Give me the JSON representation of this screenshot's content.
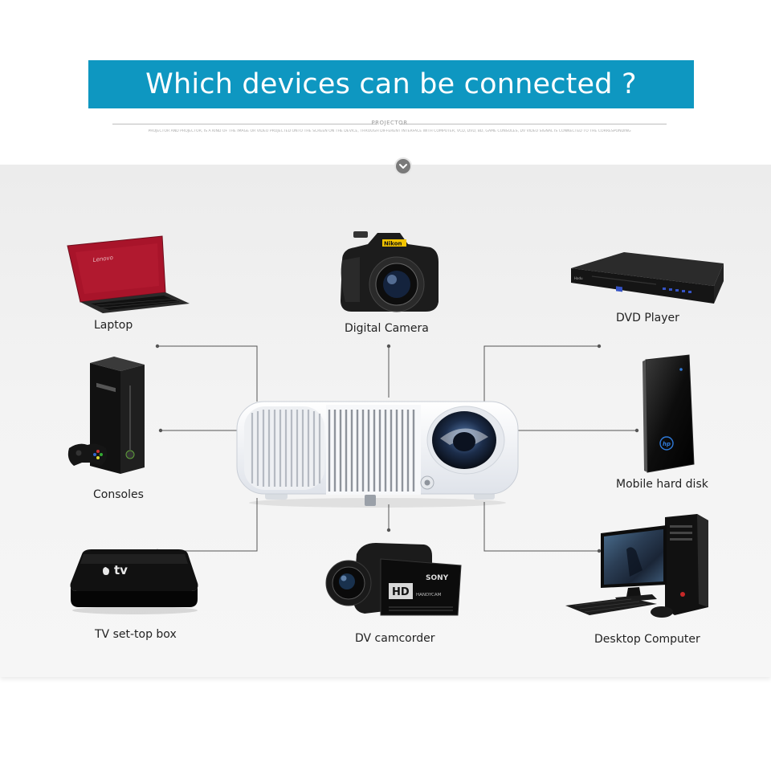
{
  "banner": {
    "title": "Which devices can be connected ?"
  },
  "subheader": {
    "title": "PROJECTOR",
    "description": "PROJECTOR AND PROJECTOR, IS A KIND OF THE IMAGE OR VIDEO PROJECTED ONTO THE SCREEN ON THE DEVICE, THROUGH DIFFERENT INTERFACE WITH COMPUTER, VCD, DVD, BD, GAME CONSOLES, DV VIDEO SIGNAL IS CONNECTED TO THE CORRESPONDING"
  },
  "devices": {
    "laptop": "Laptop",
    "digital_camera": "Digital Camera",
    "dvd_player": "DVD Player",
    "consoles": "Consoles",
    "mobile_hard_disk": "Mobile hard disk",
    "tv_box": "TV set-top box",
    "dv_camcorder": "DV camcorder",
    "desktop_computer": "Desktop Computer"
  },
  "brand_marks": {
    "laptop": "Lenovo",
    "camera": "Nikon",
    "tv_box": "tv",
    "camcorder": "SONY",
    "camcorder_badge": "HD",
    "camcorder_line": "HANDYCAM",
    "hdd": "hp"
  },
  "colors": {
    "banner": "#0e97c1",
    "laptop_lid": "#a8142a",
    "hdd_blue": "#2f7ad9"
  }
}
